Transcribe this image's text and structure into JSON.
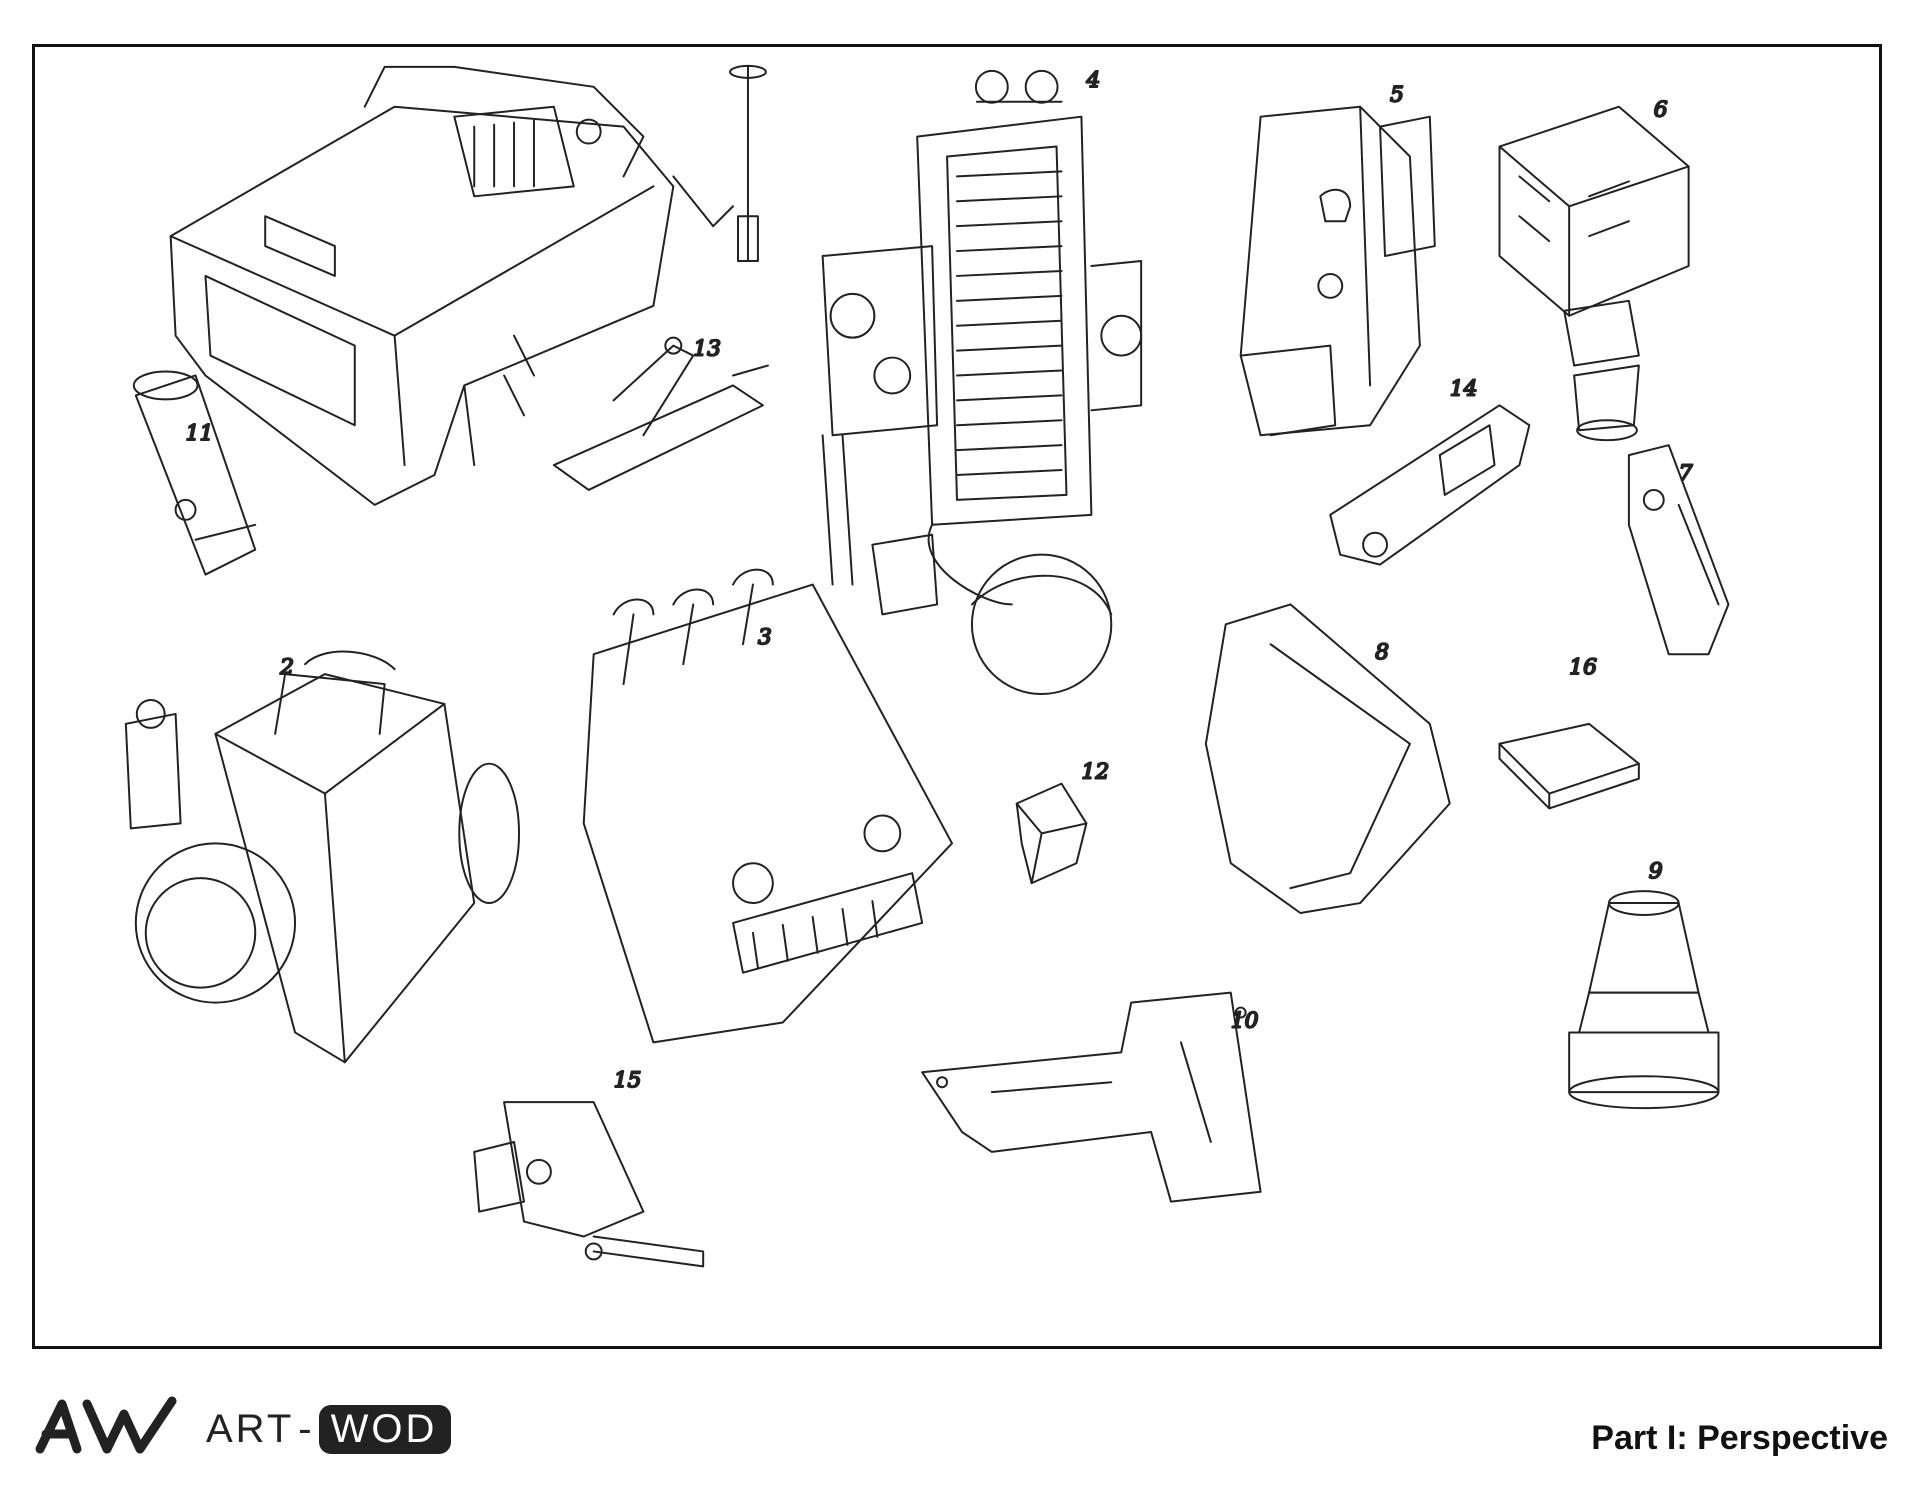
{
  "sketch_labels": [
    "2",
    "3",
    "4",
    "5",
    "6",
    "7",
    "8",
    "9",
    "10",
    "11",
    "12",
    "13",
    "14",
    "15",
    "16"
  ],
  "footer": {
    "brand_left": "ART",
    "brand_dash": "-",
    "brand_right": "WOD",
    "part_title": "Part I: Perspective"
  },
  "colors": {
    "ink": "#111111",
    "paper": "#ffffff",
    "pill": "#222222"
  },
  "icons": [
    "artwod-logo-icon"
  ]
}
